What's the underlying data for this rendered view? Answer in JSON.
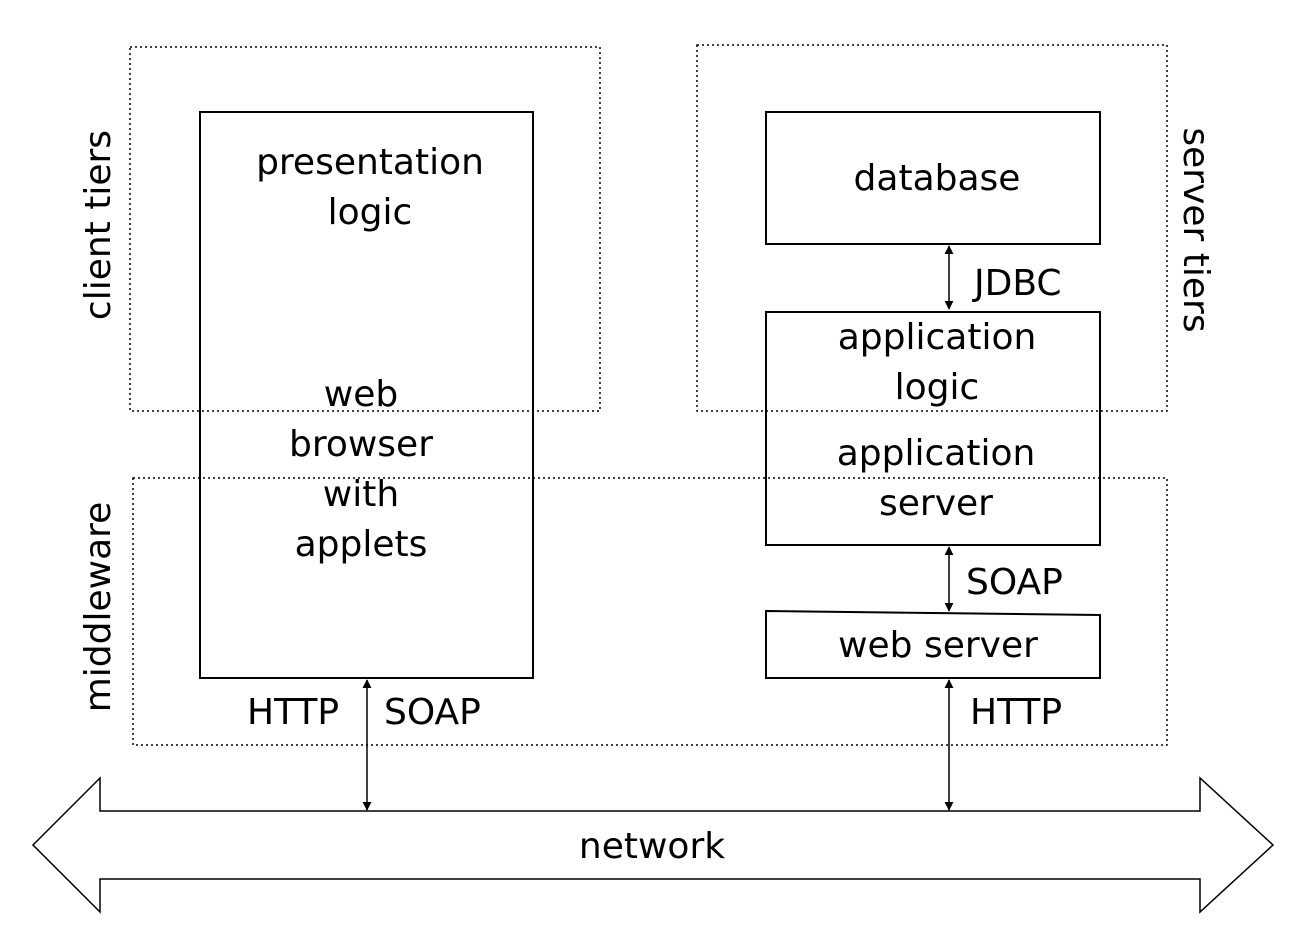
{
  "regions": {
    "client_tiers": "client tiers",
    "server_tiers": "server tiers",
    "middleware": "middleware"
  },
  "client": {
    "browser_top_1": "presentation",
    "browser_top_2": "logic",
    "browser_mid_1": "web",
    "browser_mid_2": "browser",
    "browser_mid_3": "with",
    "browser_mid_4": "applets"
  },
  "server": {
    "database": "database",
    "app_logic_1": "application",
    "app_logic_2": "logic",
    "app_server_1": "application",
    "app_server_2": "server",
    "web_server": "web server"
  },
  "protocols": {
    "jdbc": "JDBC",
    "soap_server": "SOAP",
    "http_server": "HTTP",
    "http_client": "HTTP",
    "soap_client": "SOAP"
  },
  "network": "network",
  "colors": {
    "stroke": "#000000",
    "background": "#ffffff"
  }
}
